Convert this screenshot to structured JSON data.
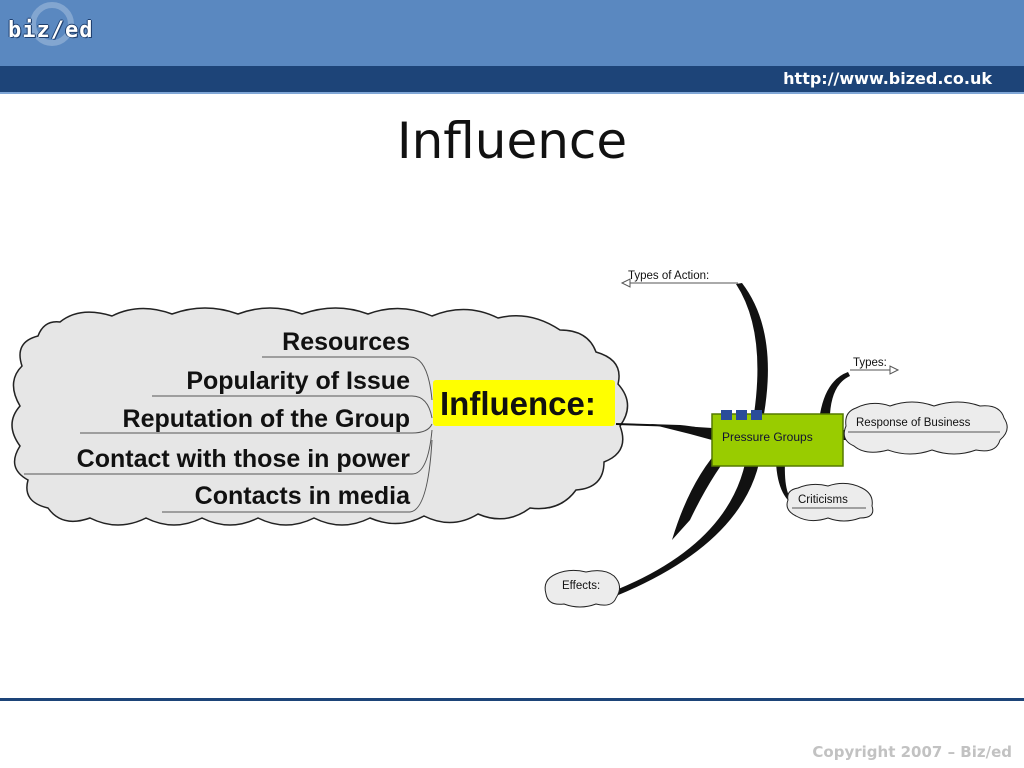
{
  "header": {
    "logo_text": "biz/ed",
    "url": "http://www.bized.co.uk"
  },
  "slide": {
    "title": "Influence"
  },
  "diagram": {
    "central_label": "Influence:",
    "factors": [
      "Resources",
      "Popularity of Issue",
      "Reputation of the Group",
      "Contact with those in power",
      "Contacts in media"
    ],
    "hub_label": "Pressure Groups",
    "branches": {
      "types_of_action": "Types of Action:",
      "types": "Types:",
      "response_of_business": "Response of Business",
      "criticisms": "Criticisms",
      "effects": "Effects:"
    },
    "colors": {
      "highlight": "#ffff00",
      "hub_fill": "#99cc00",
      "hub_squares": "#2a4c9a",
      "cloud_fill": "#e6e6e6"
    }
  },
  "footer": {
    "copyright": "Copyright 2007 – Biz/ed"
  }
}
